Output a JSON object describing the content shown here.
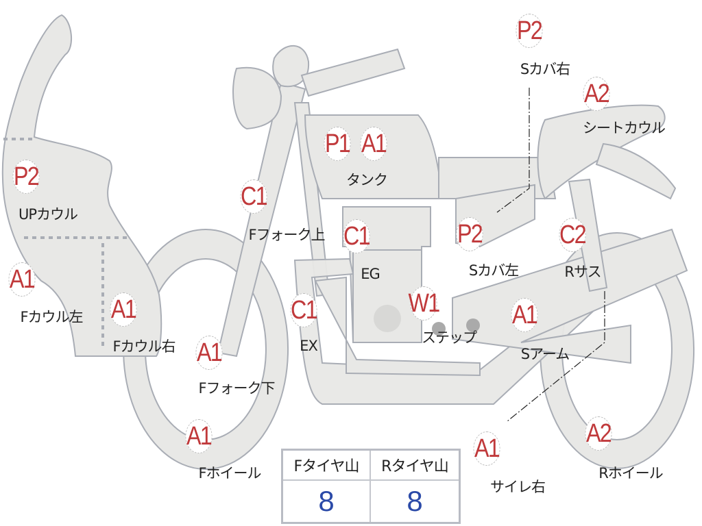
{
  "parts": [
    {
      "code": "P2",
      "name": "UPカウル"
    },
    {
      "code": "A1",
      "name": "Fカウル左"
    },
    {
      "code": "A1",
      "name": "Fカウル右"
    },
    {
      "code": "A1",
      "name": "Fフォーク下"
    },
    {
      "code": "A1",
      "name": "Fホイール"
    },
    {
      "code": "C1",
      "name": "Fフォーク上"
    },
    {
      "code": "P1",
      "name": "タンク"
    },
    {
      "code": "A1",
      "name": ""
    },
    {
      "code": "C1",
      "name": "EG"
    },
    {
      "code": "C1",
      "name": "EX"
    },
    {
      "code": "W1",
      "name": "ステップ"
    },
    {
      "code": "P2",
      "name": "Sカバ左"
    },
    {
      "code": "A1",
      "name": "Sアーム"
    },
    {
      "code": "C2",
      "name": "Rサス"
    },
    {
      "code": "P2",
      "name": "Sカバ右"
    },
    {
      "code": "A2",
      "name": "シートカウル"
    },
    {
      "code": "A1",
      "name": "サイレ右"
    },
    {
      "code": "A2",
      "name": "Rホイール"
    }
  ],
  "tire_table": {
    "front_header": "Fタイヤ山",
    "rear_header": "Rタイヤ山",
    "front_value": "8",
    "rear_value": "8"
  },
  "colors": {
    "part_fill": "#e8e8e6",
    "part_stroke": "#a9adb5",
    "code": "#c0393b",
    "value": "#2b4aa8"
  }
}
